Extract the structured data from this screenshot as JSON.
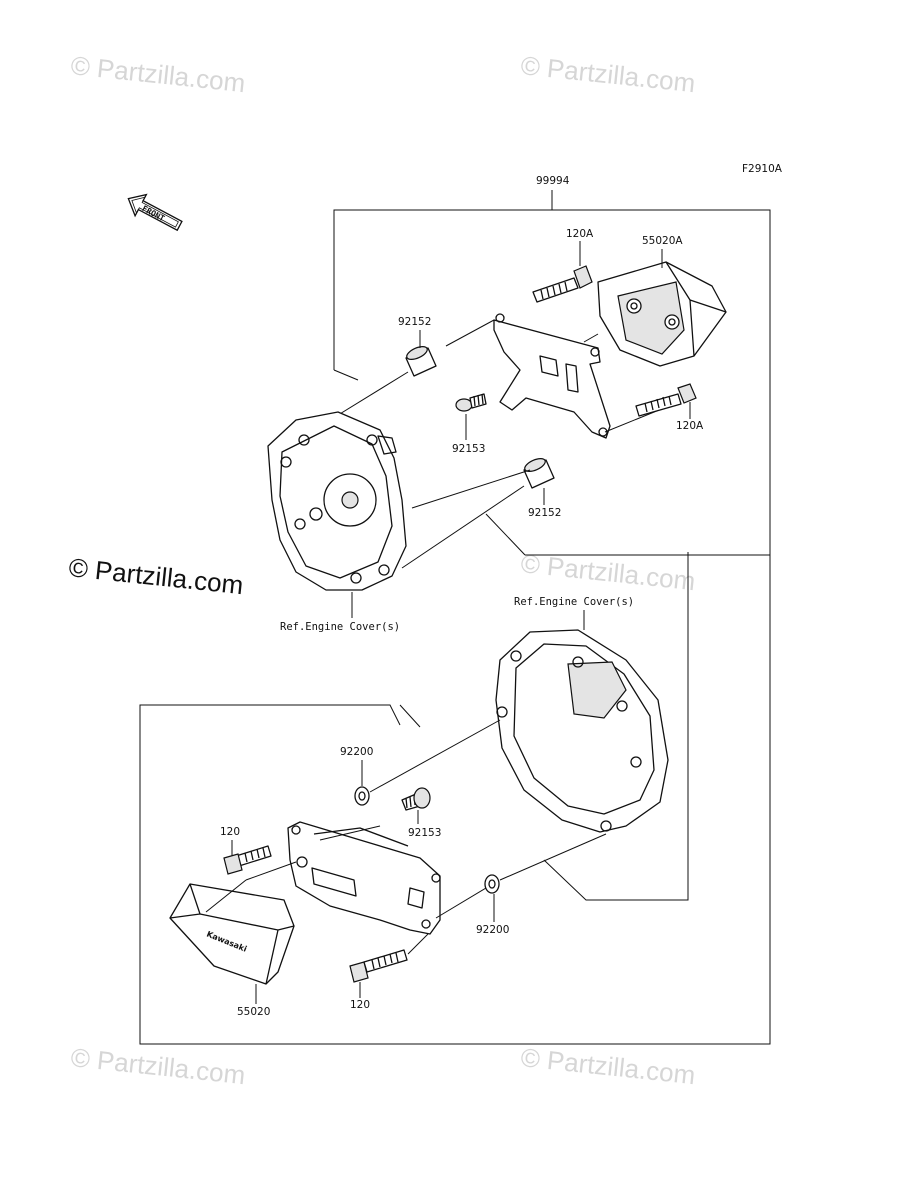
{
  "figure_code": "F2910A",
  "front_badge": "FRONT",
  "watermarks": {
    "faint": "© Partzilla.com",
    "bold": "© Partzilla.com"
  },
  "kit": {
    "number": "99994"
  },
  "callouts": {
    "bolt_top_1": "120A",
    "cover_top": "55020A",
    "collar_top": "92152",
    "bolt_plug_top": "92153",
    "bolt_top_2": "120A",
    "collar_mid": "92152",
    "ref_upper": "Ref.Engine Cover(s)",
    "ref_lower": "Ref.Engine Cover(s)",
    "washer_1": "92200",
    "bolt_plug_lower": "92153",
    "bolt_lower_1": "120",
    "washer_2": "92200",
    "cover_lower": "55020",
    "bolt_lower_2": "120"
  },
  "cover_logo": "Kawasaki"
}
